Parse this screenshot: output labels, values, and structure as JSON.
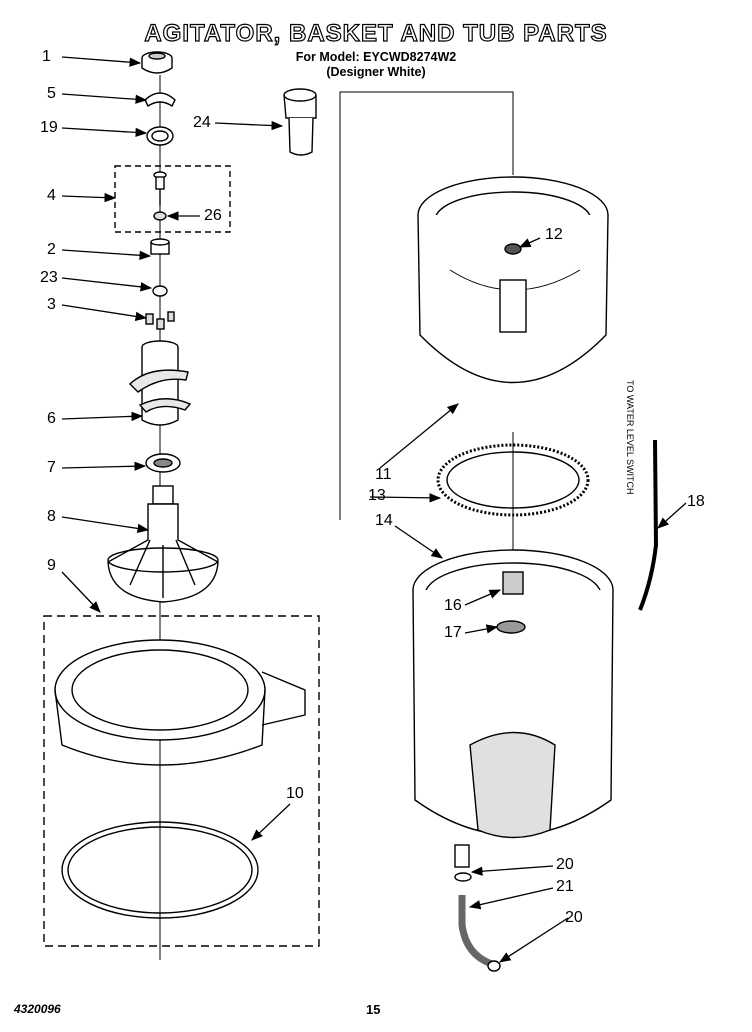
{
  "header": {
    "title": "AGITATOR, BASKET AND TUB PARTS",
    "model": "For Model: EYCWD8274W2",
    "variant": "(Designer White)"
  },
  "callouts": {
    "c1": "1",
    "c5": "5",
    "c19": "19",
    "c24": "24",
    "c4": "4",
    "c26": "26",
    "c2": "2",
    "c23": "23",
    "c3": "3",
    "c6": "6",
    "c7": "7",
    "c8": "8",
    "c9": "9",
    "c10": "10",
    "c12": "12",
    "c11": "11",
    "c13": "13",
    "c14": "14",
    "c16": "16",
    "c17": "17",
    "c18": "18",
    "c20a": "20",
    "c21": "21",
    "c20b": "20"
  },
  "notes": {
    "water_level": "TO WATER LEVEL SWITCH"
  },
  "footer": {
    "doc_number": "4320096",
    "page": "15"
  }
}
